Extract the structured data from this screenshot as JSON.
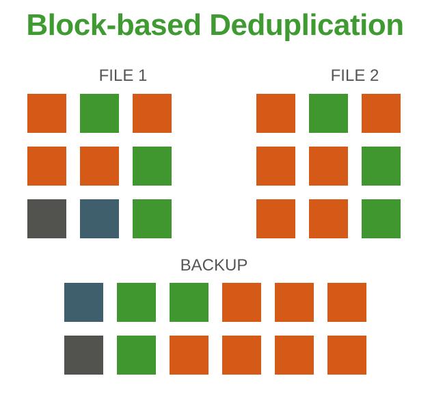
{
  "title": "Block-based Deduplication",
  "colors": {
    "orange": "#d55a18",
    "green": "#40962f",
    "gray": "#52534f",
    "slate": "#3f5f6c"
  },
  "file1": {
    "label": "FILE 1",
    "rows": [
      [
        "orange",
        "green",
        "orange"
      ],
      [
        "orange",
        "orange",
        "green"
      ],
      [
        "gray",
        "slate",
        "green"
      ]
    ]
  },
  "file2": {
    "label": "FILE 2",
    "rows": [
      [
        "orange",
        "green",
        "orange"
      ],
      [
        "orange",
        "orange",
        "green"
      ],
      [
        "orange",
        "orange",
        "green"
      ]
    ]
  },
  "backup": {
    "label": "BACKUP",
    "rows": [
      [
        "slate",
        "green",
        "green",
        "orange",
        "orange",
        "orange"
      ],
      [
        "gray",
        "green",
        "orange",
        "orange",
        "orange",
        "orange"
      ]
    ]
  }
}
